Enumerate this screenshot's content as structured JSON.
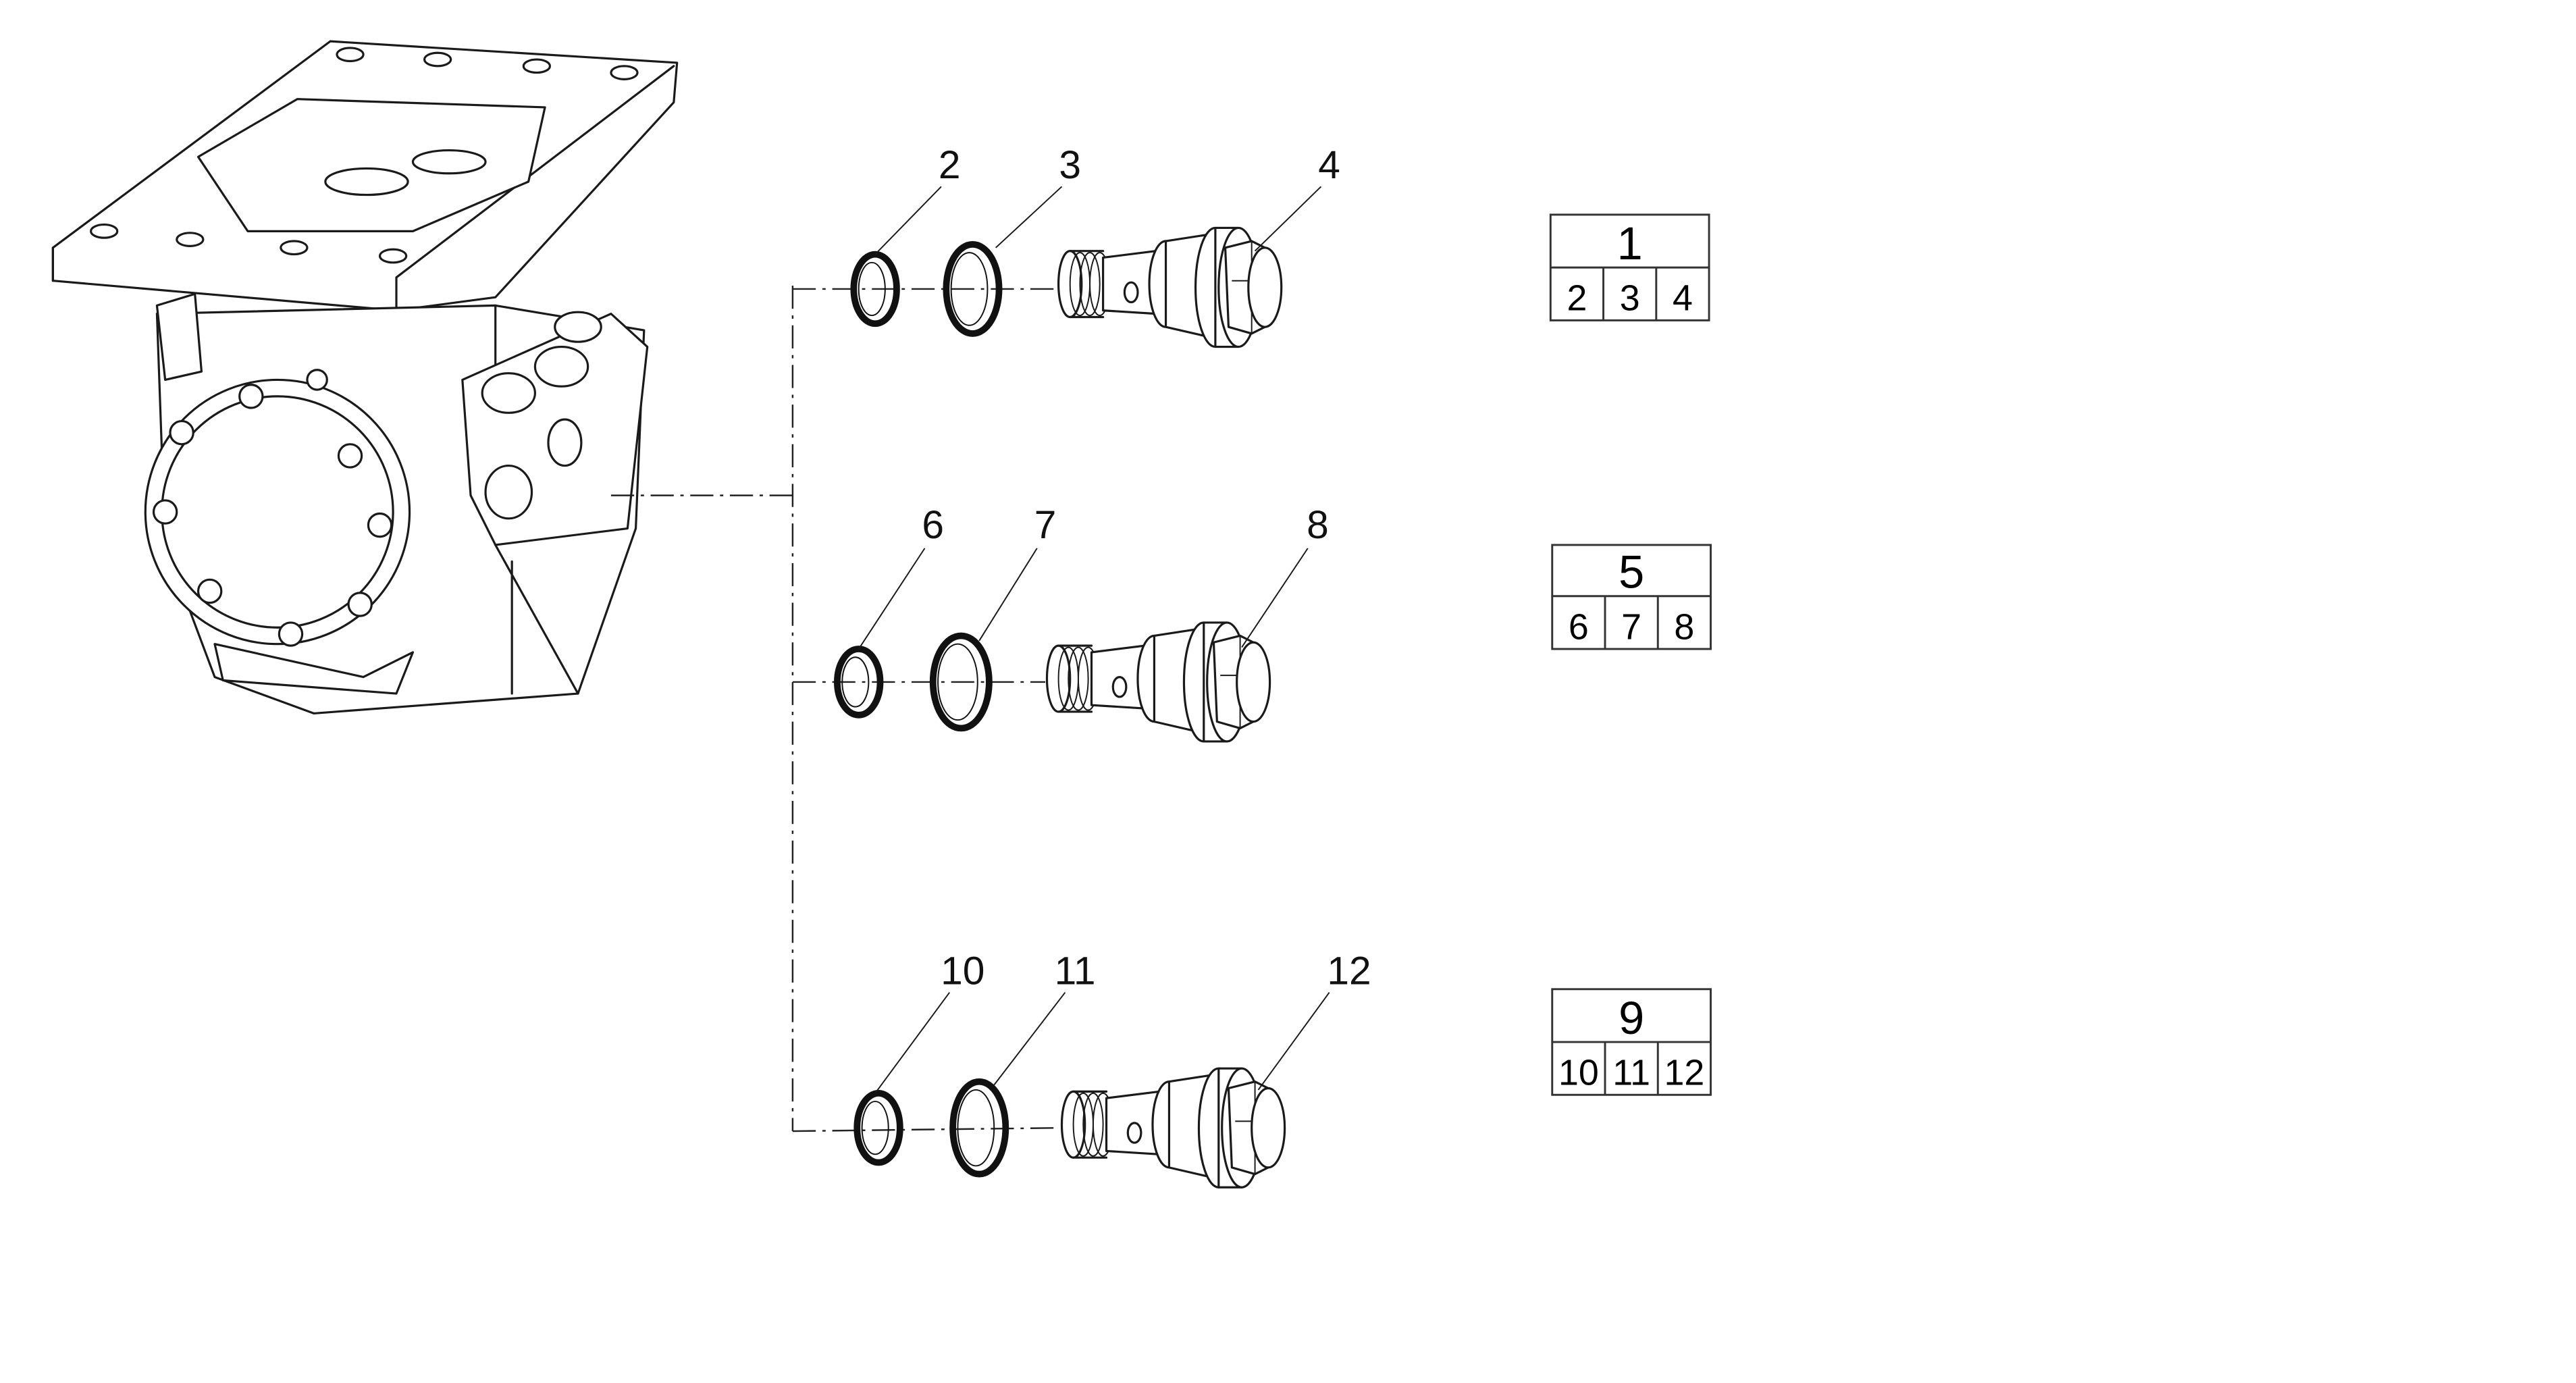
{
  "callouts": [
    "2",
    "3",
    "4",
    "6",
    "7",
    "8",
    "10",
    "11",
    "12"
  ],
  "kits": [
    {
      "kit": "1",
      "parts": [
        "2",
        "3",
        "4"
      ]
    },
    {
      "kit": "5",
      "parts": [
        "6",
        "7",
        "8"
      ]
    },
    {
      "kit": "9",
      "parts": [
        "10",
        "11",
        "12"
      ]
    }
  ]
}
